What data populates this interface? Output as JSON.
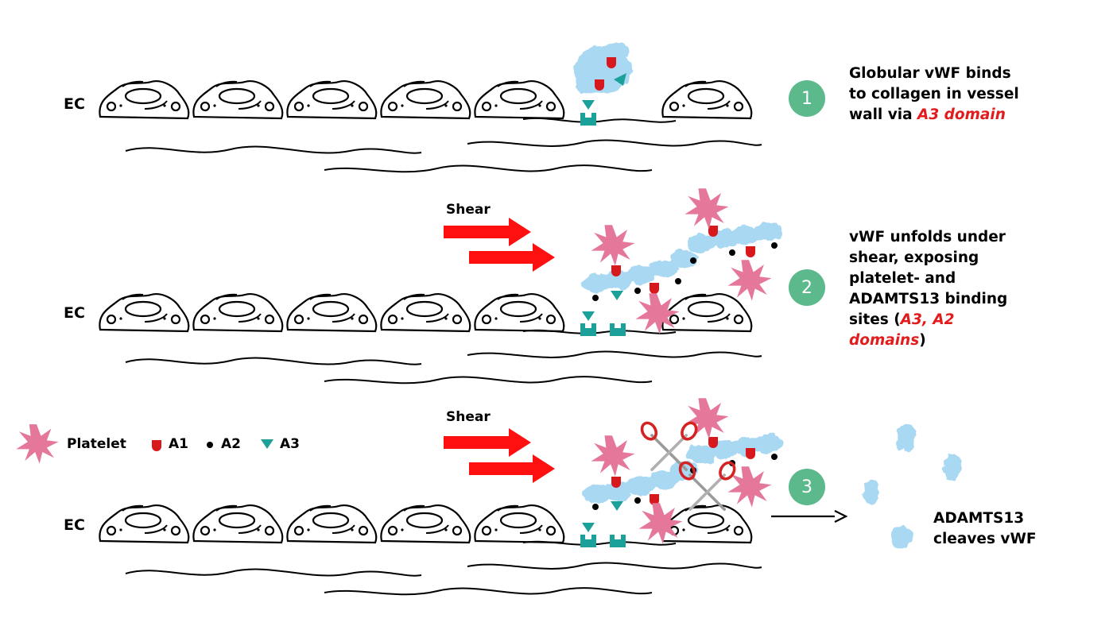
{
  "colors": {
    "vwf": "#a9d8f2",
    "a1": "#d7191d",
    "a2": "#000000",
    "a3": "#1ba19a",
    "platelet": "#e5789a",
    "shear_arrow": "#ff1010",
    "badge": "#5bb98b",
    "highlight": "#e21c1c",
    "scissors_handle": "#d52323"
  },
  "icons": [
    "endothelial-cell-icon",
    "collagen-fiber-icon",
    "platelet-icon",
    "vwf-multimer-icon",
    "scissors-icon",
    "shear-arrow-icon"
  ],
  "panels": [
    {
      "ec_label": "EC",
      "step": "1",
      "caption_lines": [
        [
          "Globular vWF binds"
        ],
        [
          "to collagen in vessel"
        ],
        [
          "wall via ",
          {
            "em": "A3 domain"
          }
        ]
      ]
    },
    {
      "ec_label": "EC",
      "shear_label": "Shear",
      "step": "2",
      "caption_lines": [
        [
          "vWF unfolds under"
        ],
        [
          "shear, exposing"
        ],
        [
          "platelet- and"
        ],
        [
          "ADAMTS13 binding"
        ],
        [
          "sites (",
          {
            "em": "A3, A2"
          }
        ],
        [
          {
            "em": "domains"
          },
          ")"
        ]
      ]
    },
    {
      "ec_label": "EC",
      "shear_label": "Shear",
      "step": "3",
      "caption_lines": [
        [
          "ADAMTS13"
        ],
        [
          "cleaves vWF"
        ]
      ]
    }
  ],
  "legend": {
    "platelet": "Platelet",
    "a1": "A1",
    "a2": "A2",
    "a3": "A3"
  }
}
